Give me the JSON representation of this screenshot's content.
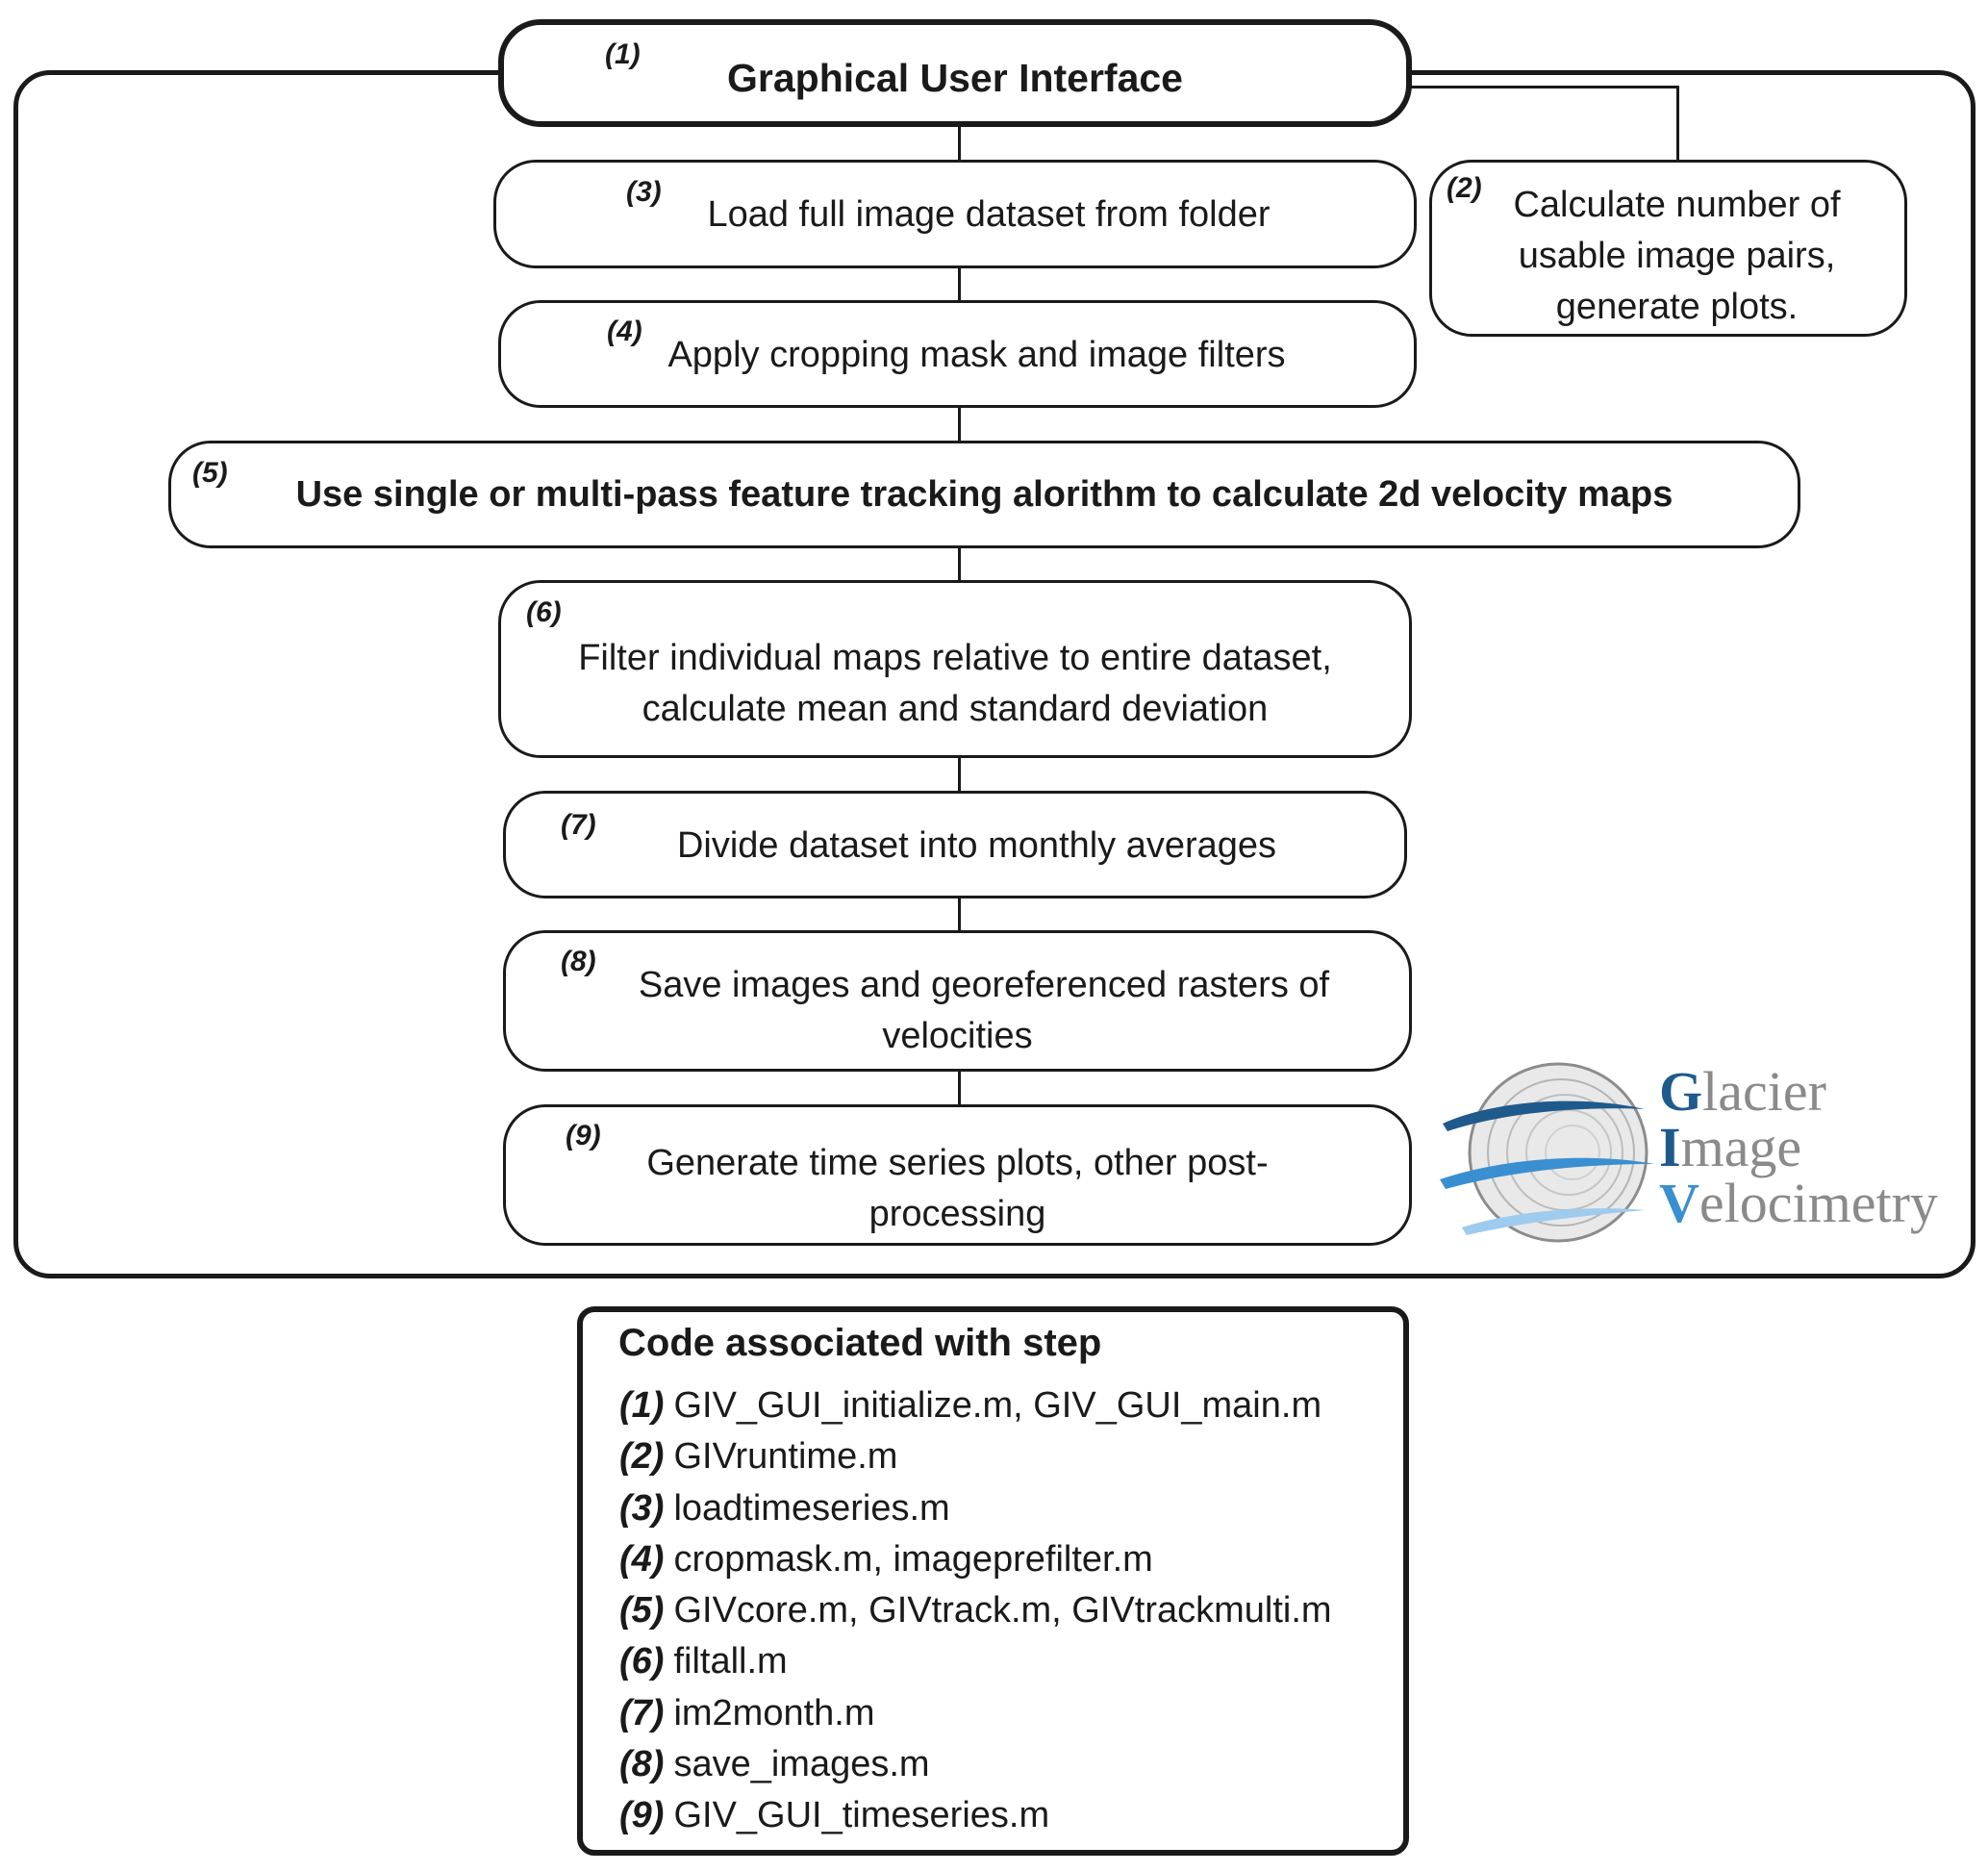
{
  "steps": [
    {
      "id": "1",
      "num": "(1)",
      "lines": [
        "Graphical User Interface"
      ]
    },
    {
      "id": "2",
      "num": "(2)",
      "lines": [
        "Calculate number of",
        "usable  image pairs,",
        "generate plots."
      ]
    },
    {
      "id": "3",
      "num": "(3)",
      "lines": [
        "Load full image dataset from folder"
      ]
    },
    {
      "id": "4",
      "num": "(4)",
      "lines": [
        "Apply cropping mask and image filters"
      ]
    },
    {
      "id": "5",
      "num": "(5)",
      "lines": [
        "Use single or multi-pass feature tracking alorithm to calculate 2d velocity maps"
      ]
    },
    {
      "id": "6",
      "num": "(6)",
      "lines": [
        "Filter individual maps relative to entire dataset,",
        "calculate mean and standard deviation"
      ]
    },
    {
      "id": "7",
      "num": "(7)",
      "lines": [
        "Divide dataset into monthly averages"
      ]
    },
    {
      "id": "8",
      "num": "(8)",
      "lines": [
        "Save images and georeferenced rasters of",
        "velocities"
      ]
    },
    {
      "id": "9",
      "num": "(9)",
      "lines": [
        "Generate time series plots, other post-",
        "processing"
      ]
    }
  ],
  "code_panel": {
    "title": "Code associated with step",
    "items": [
      {
        "step": "(1)",
        "files": "GIV_GUI_initialize.m, GIV_GUI_main.m"
      },
      {
        "step": "(2)",
        "files": "GIVruntime.m"
      },
      {
        "step": "(3)",
        "files": "loadtimeseries.m"
      },
      {
        "step": "(4)",
        "files": "cropmask.m, imageprefilter.m"
      },
      {
        "step": "(5)",
        "files": "GIVcore.m, GIVtrack.m, GIVtrackmulti.m"
      },
      {
        "step": "(6)",
        "files": "filtall.m"
      },
      {
        "step": "(7)",
        "files": "im2month.m"
      },
      {
        "step": "(8)",
        "files": "save_images.m"
      },
      {
        "step": "(9)",
        "files": "GIV_GUI_timeseries.m"
      }
    ]
  },
  "logo": {
    "words": [
      {
        "cap": "G",
        "rest": "lacier"
      },
      {
        "cap": "I",
        "rest": "mage"
      },
      {
        "cap": "V",
        "rest": "elocimetry"
      }
    ],
    "colors": {
      "swirl_dark": "#1f5a8c",
      "swirl_mid": "#3a8fd0",
      "swirl_light": "#9ecbee",
      "globe": "#9a9a9a"
    }
  }
}
